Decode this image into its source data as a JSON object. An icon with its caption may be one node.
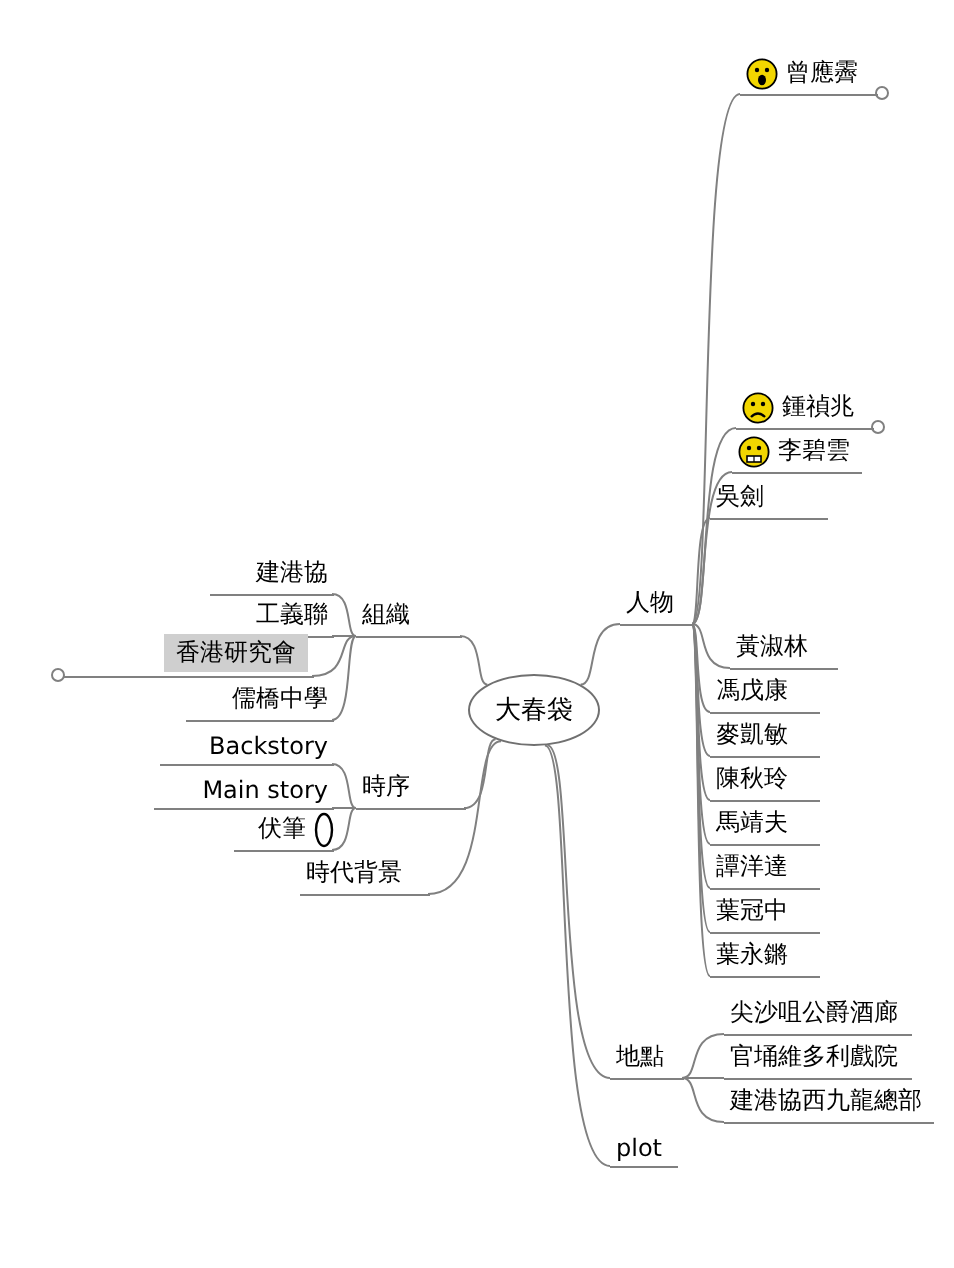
{
  "diagram": {
    "nodes": [
      {
        "text": [
          "大春袋"
        ]
      },
      {
        "text": [
          "組織"
        ]
      },
      {
        "text": [
          "建港協"
        ]
      },
      {
        "text": [
          "工義聯"
        ]
      },
      {
        "text": [
          "香港研究會"
        ]
      },
      {
        "text": [
          "儒橋中學"
        ]
      },
      {
        "text": [
          "時序"
        ]
      },
      {
        "text": [
          "Backstory"
        ]
      },
      {
        "text": [
          "Main story"
        ]
      },
      {
        "text": [
          "伏筆"
        ]
      },
      {
        "text": [
          "時代背景"
        ]
      },
      {
        "text": [
          "人物"
        ]
      },
      {
        "text": [
          "曾應霽"
        ]
      },
      {
        "text": [
          "鍾禎兆"
        ]
      },
      {
        "text": [
          "李碧雲"
        ]
      },
      {
        "text": [
          "吳劍"
        ]
      },
      {
        "text": [
          "黃淑林"
        ]
      },
      {
        "text": [
          "馮戊康"
        ]
      },
      {
        "text": [
          "麥凱敏"
        ]
      },
      {
        "text": [
          "陳秋玲"
        ]
      },
      {
        "text": [
          "馬靖夫"
        ]
      },
      {
        "text": [
          "譚洋達"
        ]
      },
      {
        "text": [
          "葉冠中"
        ]
      },
      {
        "text": [
          "葉永鏘"
        ]
      },
      {
        "text": [
          "地點"
        ]
      },
      {
        "text": [
          "尖沙咀公爵酒廊"
        ]
      },
      {
        "text": [
          "官埇維多利戲院"
        ]
      },
      {
        "text": [
          "建港協西九龍總部"
        ]
      },
      {
        "text": [
          "plot"
        ]
      }
    ],
    "edges": [
      {
        "from": 0,
        "to": 1,
        "arrow": "none"
      },
      {
        "from": 1,
        "to": 2,
        "arrow": "none"
      },
      {
        "from": 1,
        "to": 3,
        "arrow": "none"
      },
      {
        "from": 1,
        "to": 4,
        "arrow": "none"
      },
      {
        "from": 1,
        "to": 5,
        "arrow": "none"
      },
      {
        "from": 0,
        "to": 6,
        "arrow": "none"
      },
      {
        "from": 6,
        "to": 7,
        "arrow": "none"
      },
      {
        "from": 6,
        "to": 8,
        "arrow": "none"
      },
      {
        "from": 6,
        "to": 9,
        "arrow": "none"
      },
      {
        "from": 0,
        "to": 10,
        "arrow": "none"
      },
      {
        "from": 0,
        "to": 11,
        "arrow": "none"
      },
      {
        "from": 11,
        "to": 12,
        "arrow": "none"
      },
      {
        "from": 11,
        "to": 13,
        "arrow": "none"
      },
      {
        "from": 11,
        "to": 14,
        "arrow": "none"
      },
      {
        "from": 11,
        "to": 15,
        "arrow": "none"
      },
      {
        "from": 11,
        "to": 16,
        "arrow": "none"
      },
      {
        "from": 11,
        "to": 17,
        "arrow": "none"
      },
      {
        "from": 11,
        "to": 18,
        "arrow": "none"
      },
      {
        "from": 11,
        "to": 19,
        "arrow": "none"
      },
      {
        "from": 11,
        "to": 20,
        "arrow": "none"
      },
      {
        "from": 11,
        "to": 21,
        "arrow": "none"
      },
      {
        "from": 11,
        "to": 22,
        "arrow": "none"
      },
      {
        "from": 11,
        "to": 23,
        "arrow": "none"
      },
      {
        "from": 0,
        "to": 24,
        "arrow": "none"
      },
      {
        "from": 24,
        "to": 25,
        "arrow": "none"
      },
      {
        "from": 24,
        "to": 26,
        "arrow": "none"
      },
      {
        "from": 24,
        "to": 27,
        "arrow": "none"
      },
      {
        "from": 0,
        "to": 28,
        "arrow": "none"
      }
    ]
  }
}
